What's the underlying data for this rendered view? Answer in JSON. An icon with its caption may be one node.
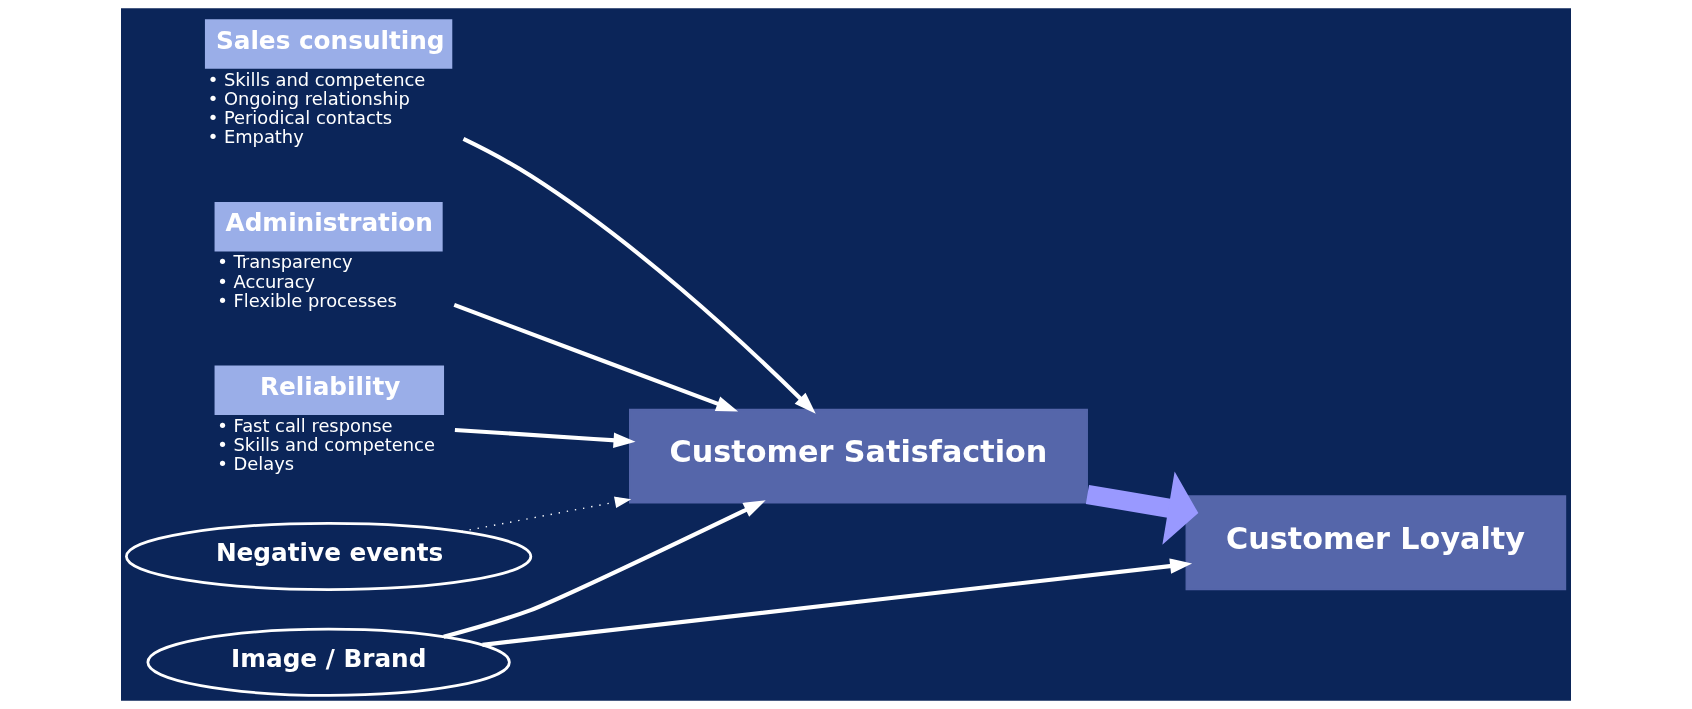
{
  "diagram": {
    "nodes": [
      {
        "text": [
          "Sales consulting"
        ],
        "beside": [
          "• Skills and competence",
          "• Ongoing relationship",
          "• Periodical contacts",
          "• Empathy"
        ]
      },
      {
        "text": [
          "Administration"
        ],
        "beside": [
          "• Transparency",
          "• Accuracy",
          "• Flexible processes"
        ]
      },
      {
        "text": [
          "Reliability"
        ],
        "beside": [
          "• Fast call response",
          "• Skills and competence",
          "• Delays"
        ]
      },
      {
        "text": [
          "Negative events"
        ]
      },
      {
        "text": [
          "Image / Brand"
        ]
      },
      {
        "text": [
          "Customer Satisfaction"
        ]
      },
      {
        "text": [
          "Customer Loyalty"
        ]
      }
    ],
    "edges": [
      {
        "from": 0,
        "to": 5,
        "arrow": "to"
      },
      {
        "from": 1,
        "to": 5,
        "arrow": "to"
      },
      {
        "from": 2,
        "to": 5,
        "arrow": "to"
      },
      {
        "from": 3,
        "to": 5,
        "arrow": "to",
        "style": "dashed"
      },
      {
        "from": 4,
        "to": 5,
        "arrow": "to"
      },
      {
        "from": 4,
        "to": 6,
        "arrow": "to"
      },
      {
        "from": 5,
        "to": 6,
        "arrow": "to",
        "style": "thick",
        "color": "#9999ff"
      }
    ]
  }
}
